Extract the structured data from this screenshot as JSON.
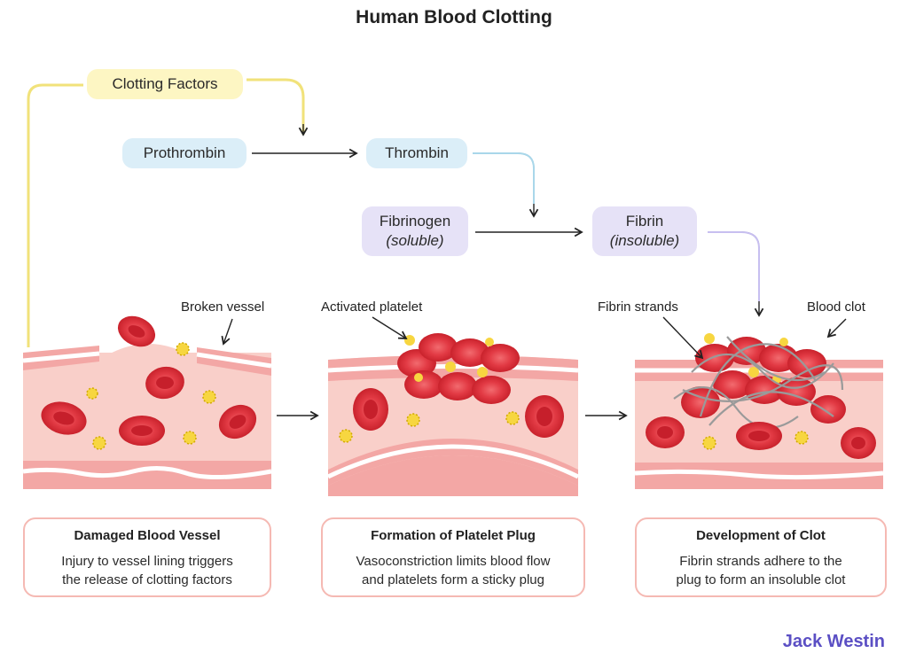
{
  "title": "Human Blood Clotting",
  "factors": {
    "clotting_factors": "Clotting Factors",
    "prothrombin": "Prothrombin",
    "thrombin": "Thrombin",
    "fibrinogen": "Fibrinogen",
    "fibrinogen_sub": "(soluble)",
    "fibrin": "Fibrin",
    "fibrin_sub": "(insoluble)"
  },
  "labels": {
    "broken_vessel": "Broken vessel",
    "activated_platelet": "Activated platelet",
    "fibrin_strands": "Fibrin strands",
    "blood_clot": "Blood clot"
  },
  "steps": [
    {
      "heading": "Damaged Blood Vessel",
      "line1": "Injury to vessel lining triggers",
      "line2": "the release of clotting factors"
    },
    {
      "heading": "Formation of Platelet Plug",
      "line1": "Vasoconstriction limits blood flow",
      "line2": "and platelets form a sticky plug"
    },
    {
      "heading": "Development of Clot",
      "line1": "Fibrin strands adhere to the",
      "line2": "plug to form an insoluble clot"
    }
  ],
  "brand": "Jack Westin",
  "colors": {
    "yellow_pill": "#fdf6c3",
    "blue_pill": "#dbeef8",
    "purple_pill": "#e6e2f7",
    "vessel_pink": "#f9cfc9",
    "vessel_wall": "#f3a7a5",
    "rbc": "#e8333d",
    "platelet": "#f7d640",
    "brand": "#5b4fc4"
  }
}
